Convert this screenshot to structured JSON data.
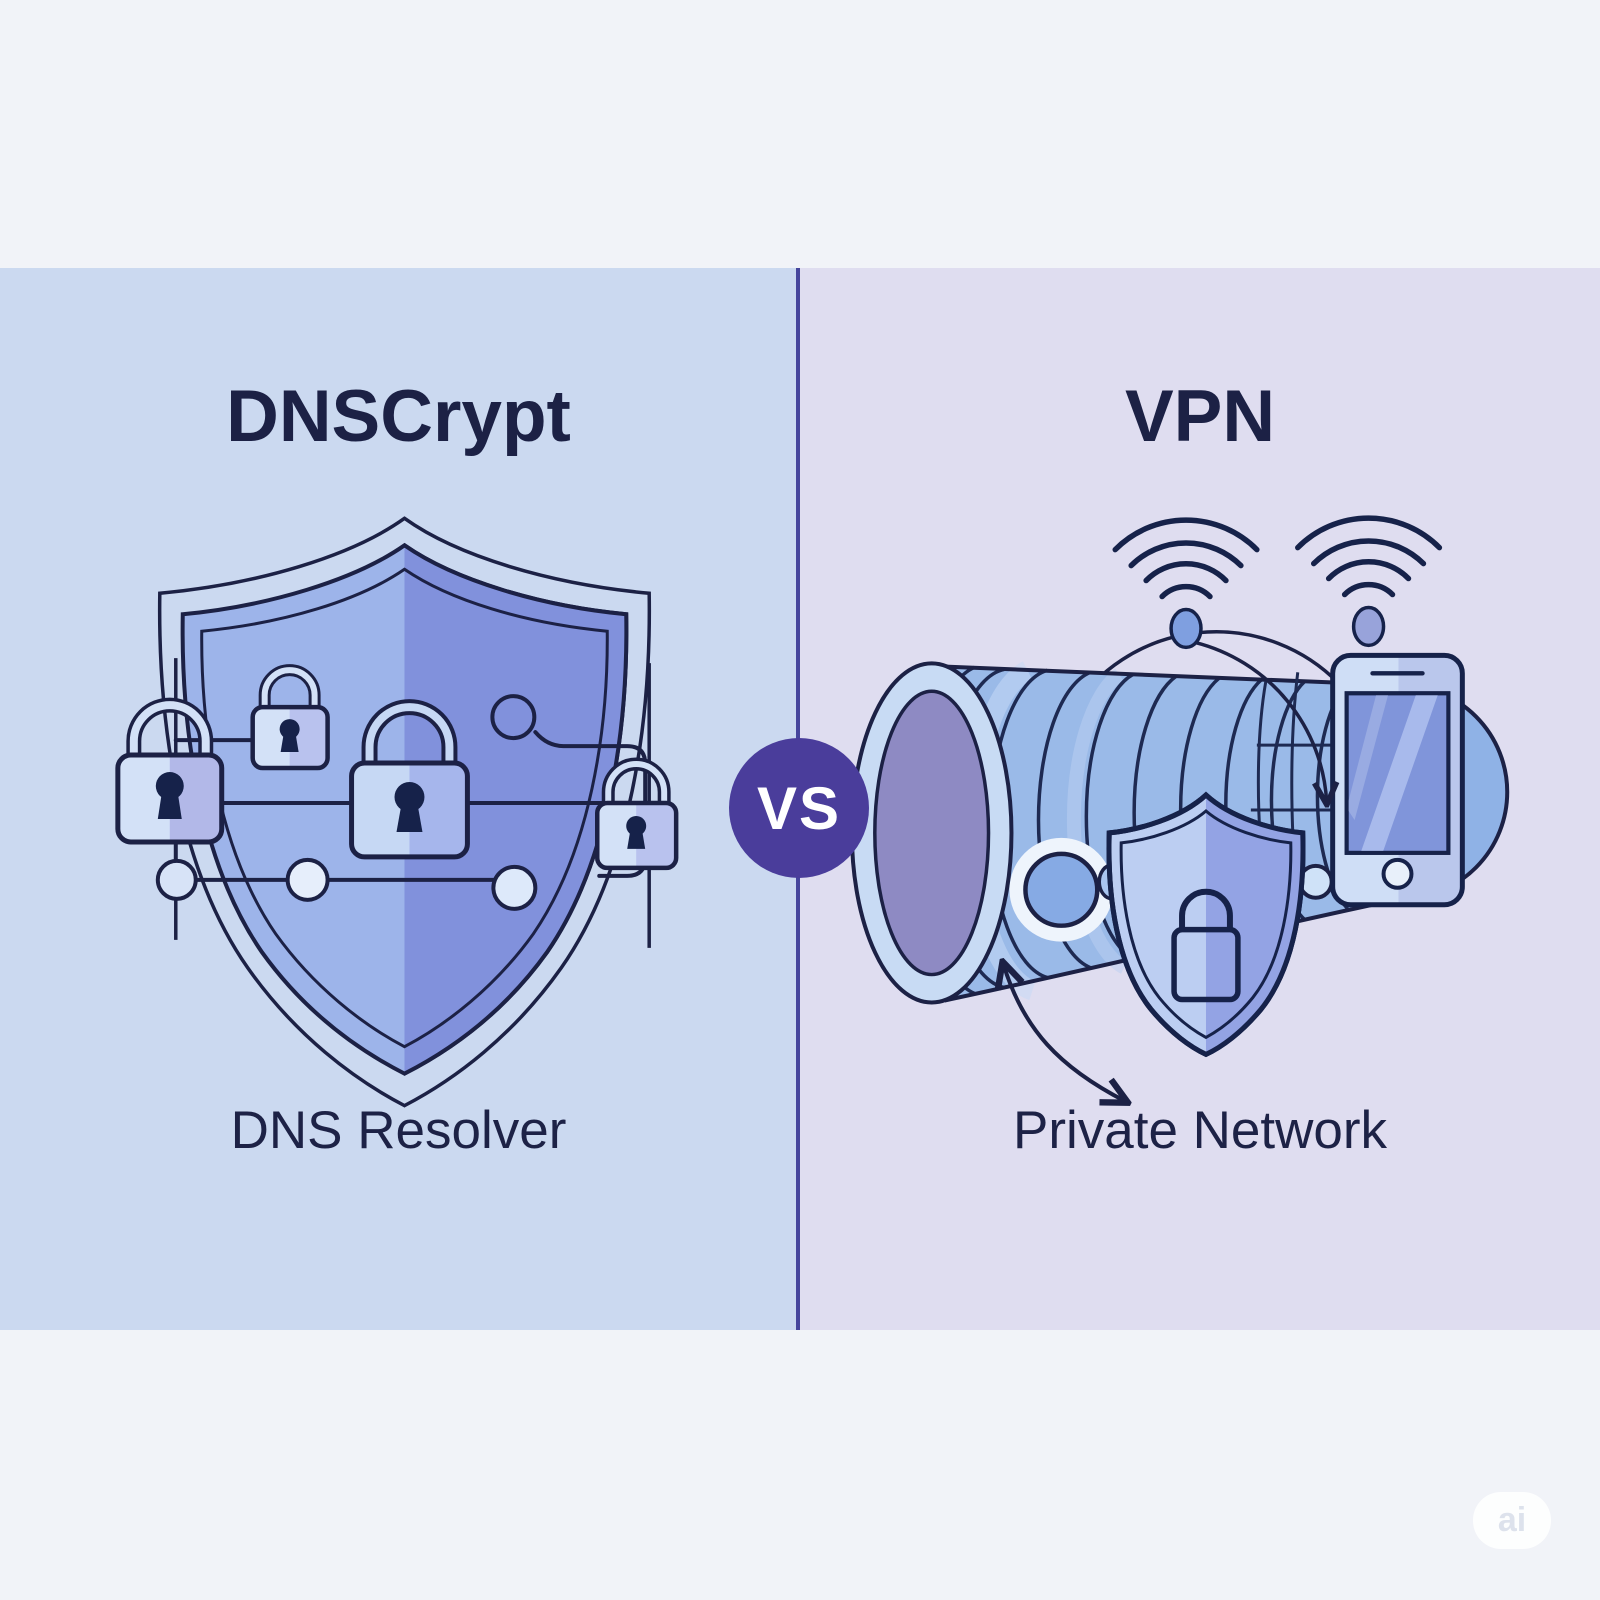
{
  "comparison": {
    "left": {
      "title": "DNSCrypt",
      "caption": "DNS Resolver",
      "background": "#cbd9f0",
      "illustration": "shield-with-padlocks-and-circuit"
    },
    "right": {
      "title": "VPN",
      "caption": "Private Network",
      "background": "#dfddf0",
      "illustration": "encrypted-tunnel-wifi-smartphone-shield-lock"
    },
    "vs_badge": {
      "label": "VS",
      "background": "#4a3d9b",
      "text_color": "#ffffff"
    },
    "divider_color": "#46459c"
  },
  "watermark": {
    "label": "ai"
  },
  "palette": {
    "band_background": "#f1f3f8",
    "outline_navy": "#1c2145",
    "shield_light": "#9db4ea",
    "shield_dark": "#8191dc",
    "lock_light": "#d3e1f7",
    "tunnel_body": "#9abae8",
    "tunnel_opening": "#8e8ac3",
    "phone_body": "#cfdef6",
    "phone_screen": "#8095da"
  },
  "icons": [
    "shield-icon",
    "padlock-icon",
    "circuit-node-icon",
    "tunnel-icon",
    "globe-icon",
    "wifi-icon",
    "smartphone-icon",
    "lock-outline-icon",
    "arrow-icon"
  ]
}
